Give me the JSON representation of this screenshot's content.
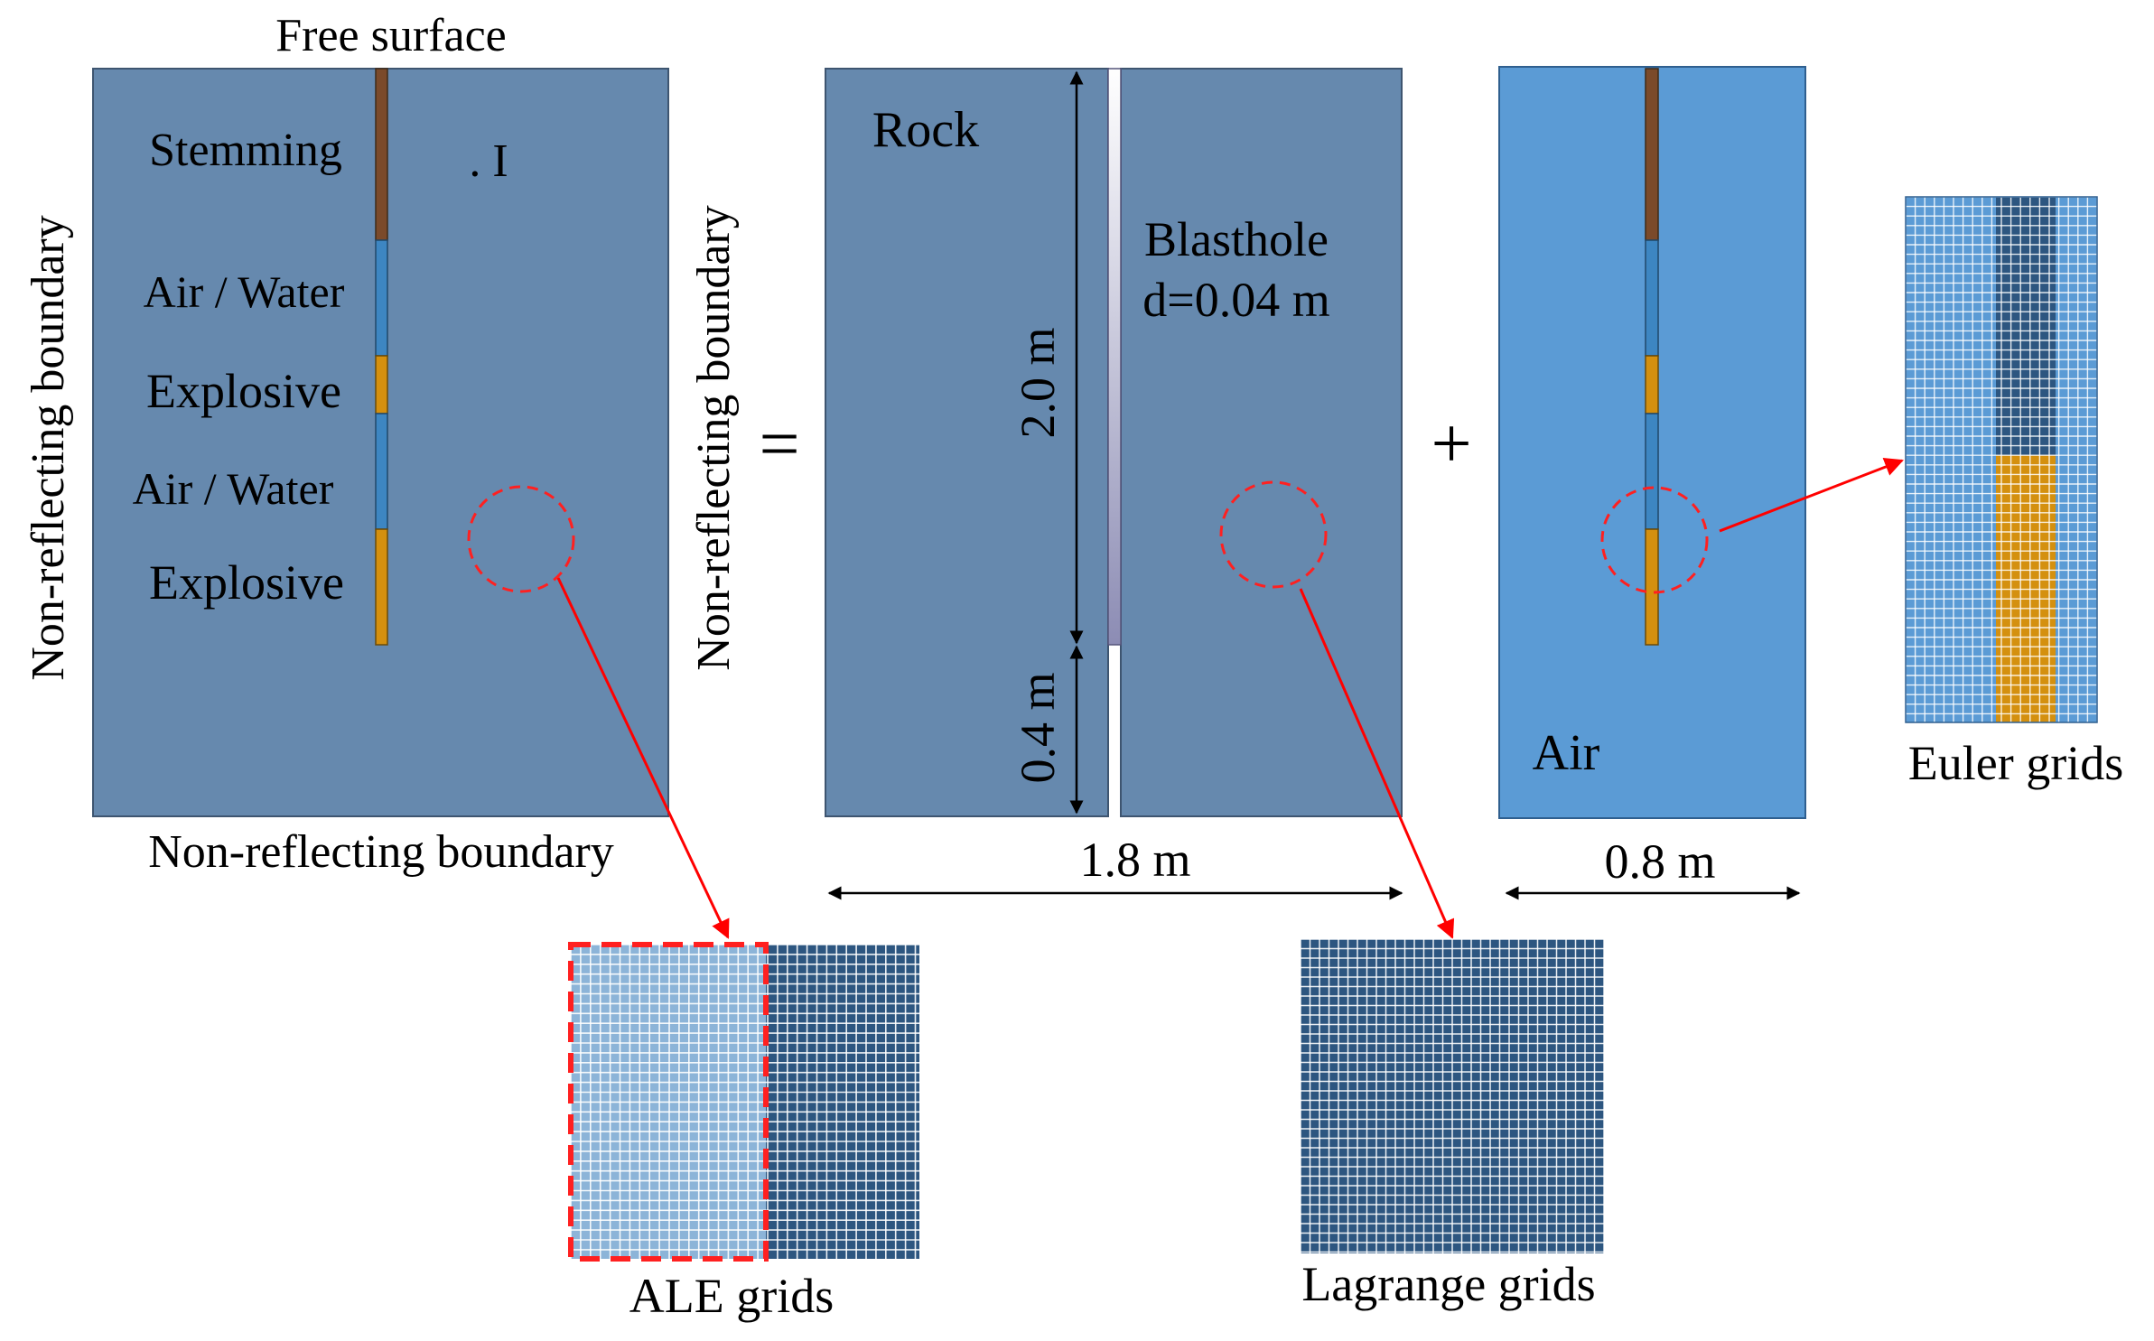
{
  "labels": {
    "free_surface": "Free surface",
    "stemming": "Stemming",
    "air_water_1": "Air / Water",
    "explosive_1": "Explosive",
    "air_water_2": "Air / Water",
    "explosive_2": "Explosive",
    "point_i": ". I",
    "nrb_left": "Non-reflecting boundary",
    "nrb_bottom": "Non-reflecting boundary",
    "nrb_middle": "Non-reflecting boundary",
    "equals": "=",
    "plus": "+",
    "rock": "Rock",
    "blasthole": "Blasthole",
    "diameter": "d=0.04 m",
    "len_2_0": "2.0 m",
    "len_0_4": "0.4 m",
    "width_1_8": "1.8 m",
    "width_0_8": "0.8 m",
    "air": "Air",
    "euler_grids": "Euler grids",
    "ale_grids": "ALE grids",
    "lagrange_grids": "Lagrange grids"
  },
  "colors": {
    "rock": "#6689ae",
    "air": "#5b9bd5",
    "stemming": "#7b4a2a",
    "air_water": "#3d86c2",
    "explosive": "#d4900f",
    "grid_dark": "#2d5680",
    "grid_line": "#ffffff",
    "marker": "#ff0000"
  }
}
